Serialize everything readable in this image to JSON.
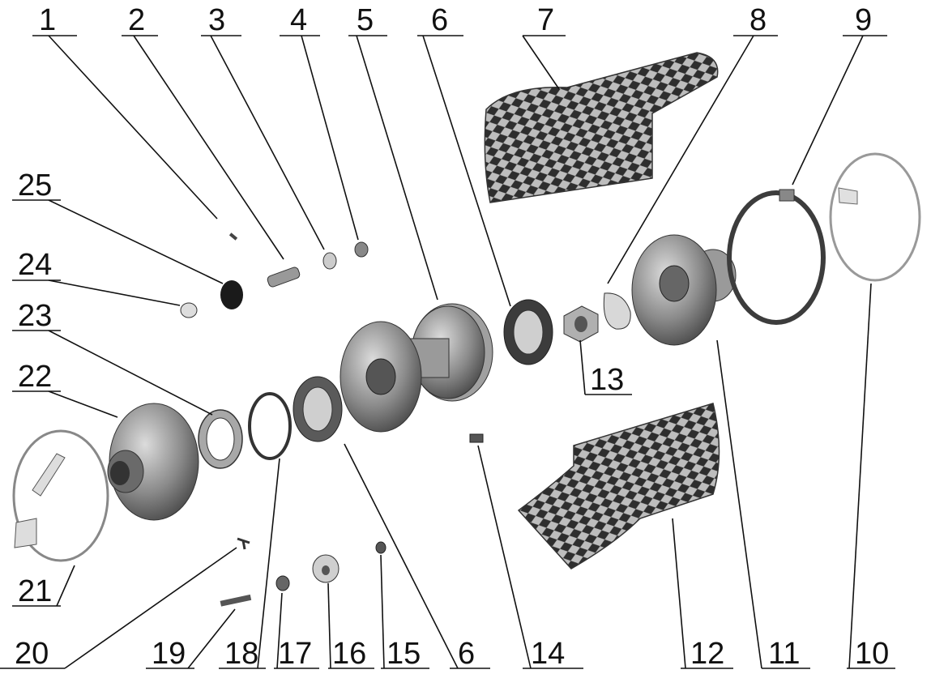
{
  "labels": {
    "n1": "1",
    "n2": "2",
    "n3": "3",
    "n4": "4",
    "n5": "5",
    "n6_top": "6",
    "n7": "7",
    "n8": "8",
    "n9": "9",
    "n25": "25",
    "n24": "24",
    "n23": "23",
    "n22": "22",
    "n13": "13",
    "n21": "21",
    "n20": "20",
    "n19": "19",
    "n18": "18",
    "n17": "17",
    "n16": "16",
    "n15": "15",
    "n6_bottom": "6",
    "n14": "14",
    "n12": "12",
    "n11": "11",
    "n10": "10"
  },
  "colors": {
    "ink": "#111111",
    "part_dark": "#3c3c3c",
    "part_mid": "#7a7a7a",
    "part_light": "#bdbdbd"
  }
}
